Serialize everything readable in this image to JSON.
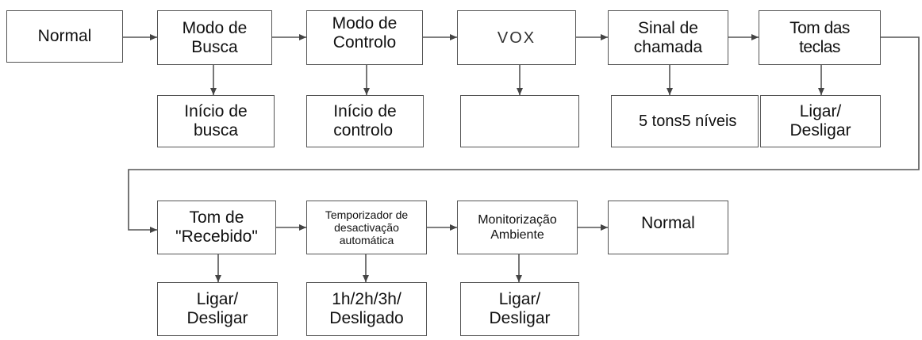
{
  "diagram": {
    "row1": {
      "normal": "Normal",
      "modo_busca": "Modo de\nBusca",
      "modo_controlo": "Modo de\nControlo",
      "vox": "VOX",
      "sinal_chamada": "Sinal de\nchamada",
      "tom_teclas": "Tom das\nteclas"
    },
    "row2": {
      "inicio_busca": "Início de\nbusca",
      "inicio_controlo": "Início de\ncontrolo",
      "vox_option": "",
      "sinal_option": "5 tons5 níveis",
      "teclas_option": "Ligar/\nDesligar"
    },
    "row3": {
      "tom_recebido": "Tom de\n\"Recebido\"",
      "temporizador": "Temporizador de\ndesactivação\nautomática",
      "monitorizacao": "Monitorização\nAmbiente",
      "normal_end": "Normal"
    },
    "row4": {
      "recebido_option": "Ligar/\nDesligar",
      "temporizador_option": "1h/2h/3h/\nDesligado",
      "monitorizacao_option": "Ligar/\nDesligar"
    }
  }
}
